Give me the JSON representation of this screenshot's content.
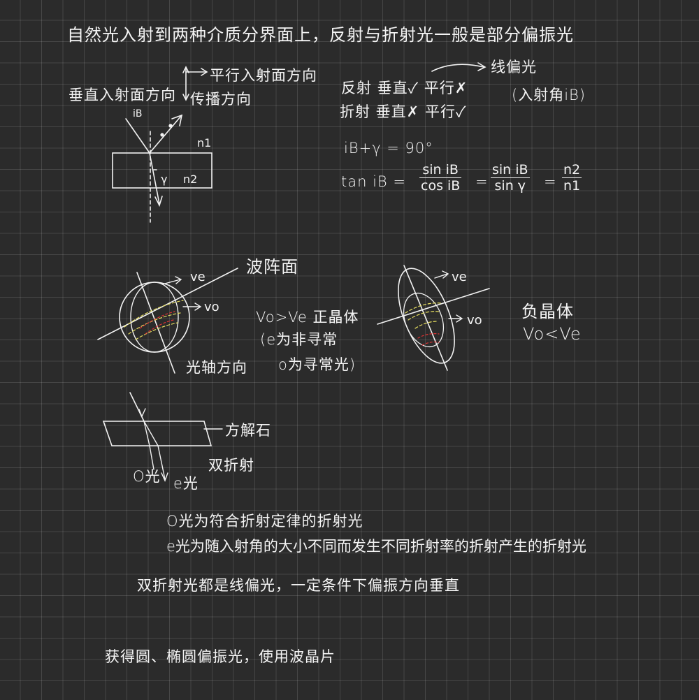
{
  "line1": "自然光入射到两种介质分界面上，反射与折射光一般是部分偏振光",
  "fig1": {
    "perp_label": "垂直入射面方向",
    "parallel_label": "平行入射面方向",
    "propagation_label": "传播方向",
    "ib_label": "iB",
    "n1_label": "n1",
    "n2_label": "n2",
    "r_label": "γ"
  },
  "table": {
    "reflect_row": "反射 垂直✓ 平行✗",
    "refract_row": "折射 垂直✗ 平行✓",
    "linear_pol": "线偏光",
    "incidence_angle": "(入射角iB)"
  },
  "brewster": {
    "sum": "iB+γ = 90°",
    "tan_lhs": "tan iB =",
    "num1": "sin iB",
    "den1": "cos iB",
    "num2": "sin iB",
    "den2": "sin γ",
    "num3": "n2",
    "den3": "n1"
  },
  "crystal": {
    "wavefront": "波阵面",
    "ve": "ve",
    "vo": "vo",
    "positive": "Vo>Ve 正晶体",
    "e_note": "(e为非寻常",
    "o_note": "o为寻常光)",
    "optic_axis": "光轴方向",
    "negative": "负晶体",
    "negative_rel": "Vo<Ve"
  },
  "calcite": {
    "name": "方解石",
    "double": "双折射",
    "o_light": "O光",
    "e_light": "e光"
  },
  "notes": {
    "o_line": "O光为符合折射定律的折射光",
    "e_line": "e光为随入射角的大小不同而发生不同折射率的折射产生的折射光",
    "both_line": "双折射光都是线偏光，一定条件下偏振方向垂直",
    "last_line": "获得圆、椭圆偏振光，使用波晶片"
  }
}
